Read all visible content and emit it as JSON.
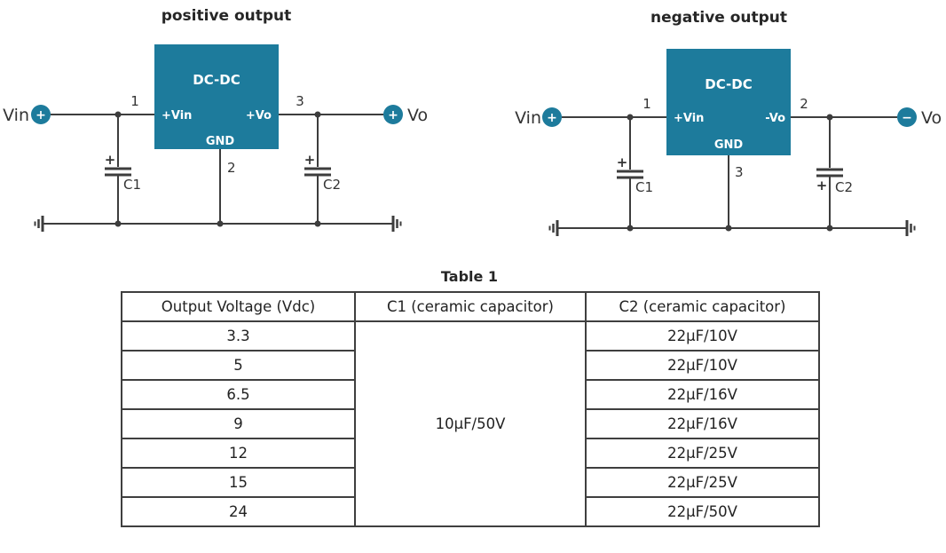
{
  "colors": {
    "accent_teal": "#1d7b9c",
    "wire": "#3d3d3d",
    "text_dark": "#262626",
    "block_text": "#ffffff"
  },
  "circuits": {
    "positive": {
      "title": "positive output",
      "block_label": "DC-DC",
      "pin_in_label": "+Vin",
      "pin_out_label": "+Vo",
      "pin_gnd_label": "GND",
      "pin_in_number": "1",
      "pin_out_number": "3",
      "pin_gnd_number": "2",
      "input_label": "Vin",
      "input_polarity": "+",
      "output_label": "Vo",
      "output_polarity": "+",
      "c1_label": "C1",
      "c1_polarity": "+",
      "c2_label": "C2",
      "c2_polarity": "+"
    },
    "negative": {
      "title": "negative output",
      "block_label": "DC-DC",
      "pin_in_label": "+Vin",
      "pin_out_label": "-Vo",
      "pin_gnd_label": "GND",
      "pin_in_number": "1",
      "pin_out_number": "2",
      "pin_gnd_number": "3",
      "input_label": "Vin",
      "input_polarity": "+",
      "output_label": "Vo",
      "output_polarity": "−",
      "c1_label": "C1",
      "c1_polarity": "+",
      "c2_label": "C2",
      "c2_polarity": "+"
    }
  },
  "table1": {
    "title": "Table 1",
    "headers": [
      "Output Voltage (Vdc)",
      "C1 (ceramic capacitor)",
      "C2 (ceramic capacitor)"
    ],
    "c1_value": "10µF/50V",
    "rows": [
      {
        "voltage": "3.3",
        "c2": "22µF/10V"
      },
      {
        "voltage": "5",
        "c2": "22µF/10V"
      },
      {
        "voltage": "6.5",
        "c2": "22µF/16V"
      },
      {
        "voltage": "9",
        "c2": "22µF/16V"
      },
      {
        "voltage": "12",
        "c2": "22µF/25V"
      },
      {
        "voltage": "15",
        "c2": "22µF/25V"
      },
      {
        "voltage": "24",
        "c2": "22µF/50V"
      }
    ]
  }
}
